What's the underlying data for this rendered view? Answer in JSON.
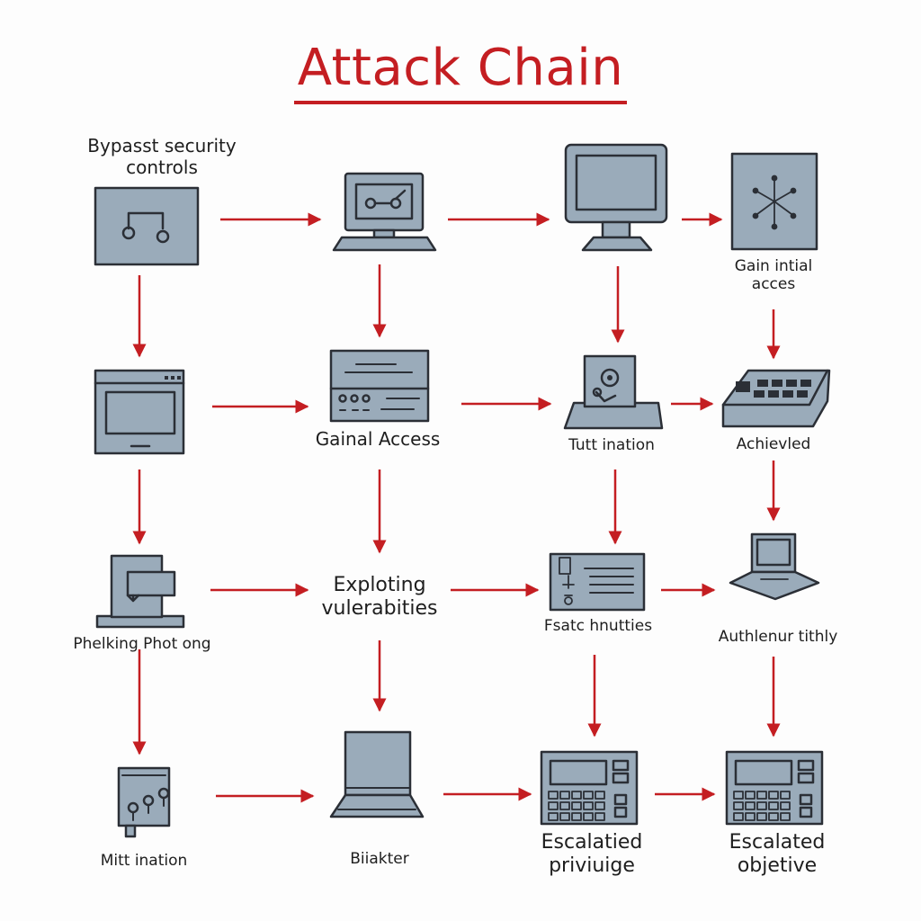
{
  "title": "Attack Chain",
  "nodes": {
    "r1c1": {
      "label": "Bypasst security\ncontrols",
      "icon": "circuit-box-icon"
    },
    "r1c2": {
      "label": "",
      "icon": "desktop-terminal-icon"
    },
    "r1c3": {
      "label": "",
      "icon": "monitor-icon"
    },
    "r1c4": {
      "label": "Gain intial\nacces",
      "icon": "network-box-icon"
    },
    "r2c1": {
      "label": "",
      "icon": "app-window-icon"
    },
    "r2c2": {
      "label": "Gainal Access",
      "icon": "server-panel-icon"
    },
    "r2c3": {
      "label": "Tutt ination",
      "icon": "gear-document-icon"
    },
    "r2c4": {
      "label": "Achievled",
      "icon": "keypad-device-icon"
    },
    "r3c1": {
      "label": "Phelking Phot ong",
      "icon": "document-arrow-icon"
    },
    "r3c2": {
      "label": "Exploting\nvulerabities",
      "icon": ""
    },
    "r3c3": {
      "label": "Fsatc hnutties",
      "icon": "tablet-panel-icon"
    },
    "r3c4": {
      "label": "Authlenur tithly",
      "icon": "laptop-icon"
    },
    "r4c1": {
      "label": "Mitt ination",
      "icon": "sliders-device-icon"
    },
    "r4c2": {
      "label": "Biiakter",
      "icon": "laptop-screen-icon"
    },
    "r4c3": {
      "label": "Escalatied\npriviuige",
      "icon": "control-panel-icon"
    },
    "r4c4": {
      "label": "Escalated\nobjetive",
      "icon": "control-panel-icon"
    }
  },
  "colors": {
    "arrow": "#c41e22",
    "icon_fill": "#9aabba",
    "icon_stroke": "#2b2f36",
    "title": "#c41e22"
  }
}
